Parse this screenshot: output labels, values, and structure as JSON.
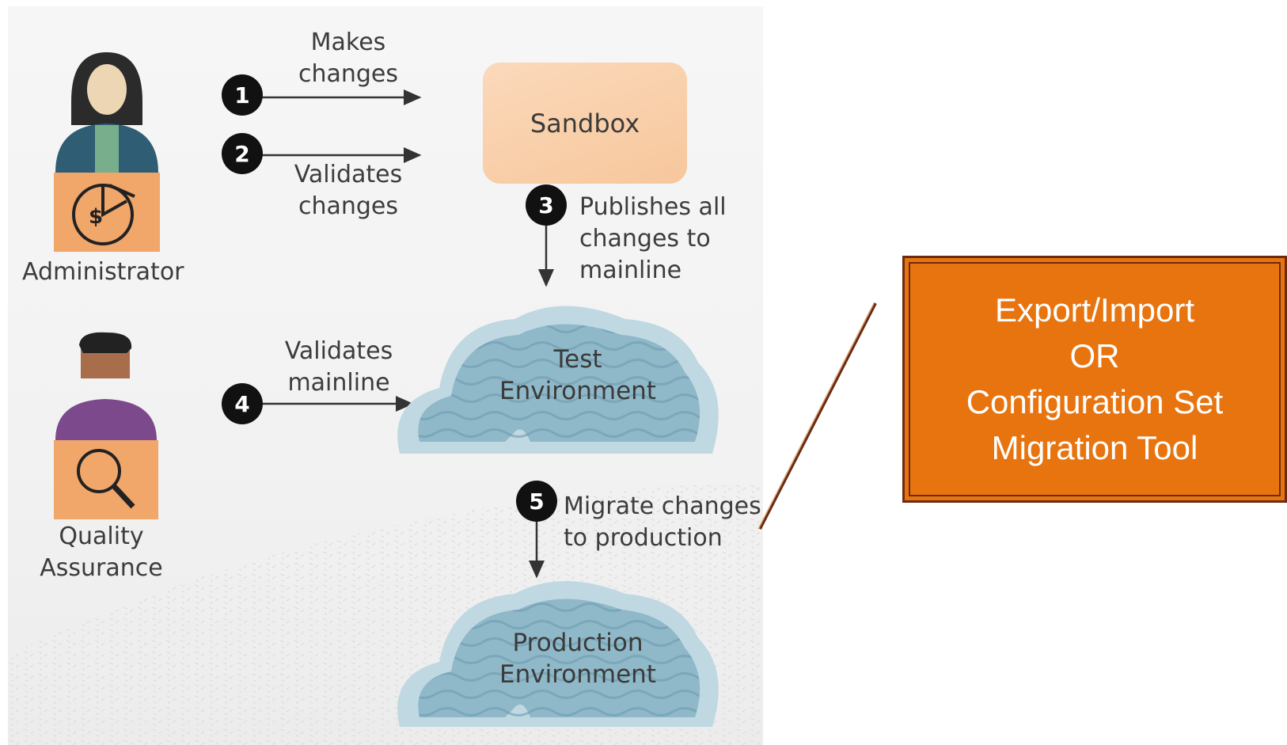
{
  "diagram": {
    "actors": {
      "administrator": "Administrator",
      "qa": "Quality\nAssurance"
    },
    "steps": [
      {
        "number": "1",
        "label": "Makes\nchanges"
      },
      {
        "number": "2",
        "label": "Validates\nchanges"
      },
      {
        "number": "3",
        "label": "Publishes all\nchanges to\nmainline"
      },
      {
        "number": "4",
        "label": "Validates\nmainline"
      },
      {
        "number": "5",
        "label": "Migrate changes\nto production"
      }
    ],
    "nodes": {
      "sandbox": "Sandbox",
      "test_env": "Test\nEnvironment",
      "prod_env": "Production\nEnvironment"
    }
  },
  "callout": {
    "lines": [
      "Export/Import",
      "OR",
      "Configuration Set",
      "Migration Tool"
    ]
  },
  "colors": {
    "callout_fill": "#e8740f",
    "callout_border": "#6b2b12",
    "sandbox_fill": "#f7c79c",
    "cloud_fill": "#8fb8c8",
    "actor_panel": "#f1a66a"
  }
}
